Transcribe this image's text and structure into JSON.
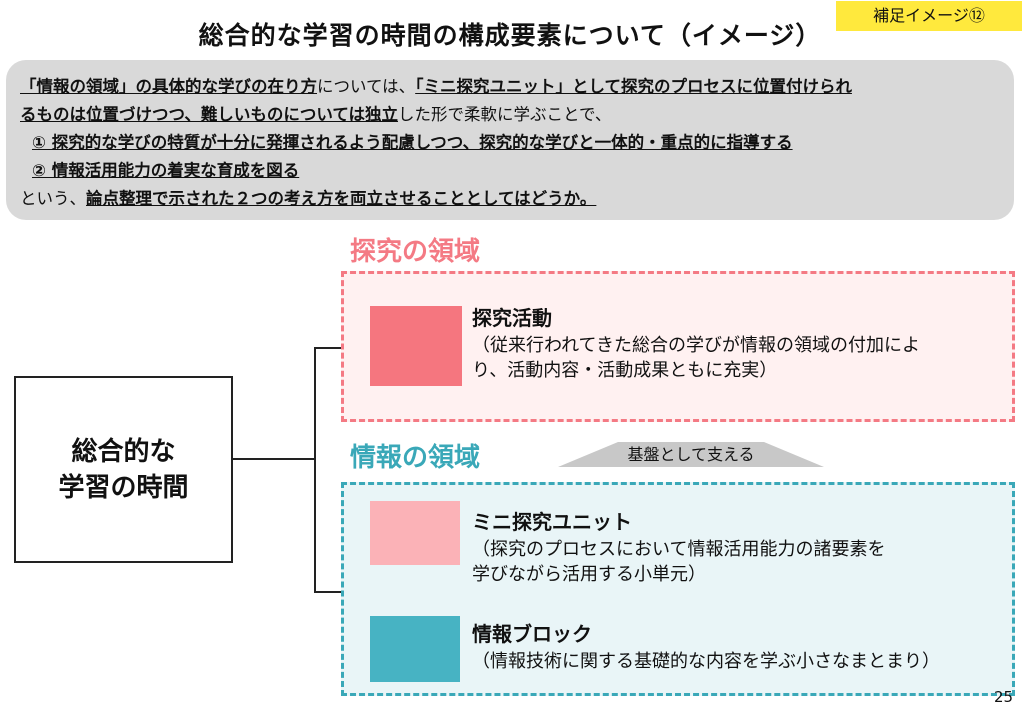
{
  "badge": "補足イメージ⑫",
  "title": "総合的な学習の時間の構成要素について（イメージ）",
  "summary": {
    "l1a": "「情報の領域」の具体的な学びの在り方",
    "l1b": "については、",
    "l1c": "「ミニ探究ユニット」として探究のプロセスに位置付けられ",
    "l2a": "るものは位置づけつつ、難しいものについては独立",
    "l2b": "した形で柔軟に学ぶことで、",
    "l3": "① 探究的な学びの特質が十分に発揮されるよう配慮しつつ、探究的な学びと一体的・重点的に指導する",
    "l4": "② 情報活用能力の着実な育成を図る",
    "l5a": "という、",
    "l5b": "論点整理で示された２つの考え方を両立させることとしてはどうか。"
  },
  "main_box": {
    "line1": "総合的な",
    "line2": "学習の時間"
  },
  "inquiry_region": {
    "label": "探究の領域",
    "item": {
      "title": "探究活動",
      "desc_line1": "（従来行われてきた総合の学びが情報の領域の付加によ",
      "desc_line2": "り、活動内容・活動成果ともに充実）"
    }
  },
  "info_region": {
    "label": "情報の領域",
    "items": [
      {
        "title": "ミニ探究ユニット",
        "desc_line1": "（探究のプロセスにおいて情報活用能力の諸要素を",
        "desc_line2": "学びながら活用する小単元）"
      },
      {
        "title": "情報ブロック",
        "desc_line1": "（情報技術に関する基礎的な内容を学ぶ小さなまとまり）"
      }
    ]
  },
  "support_label": "基盤として支える",
  "page_number": "25",
  "colors": {
    "badge": "#ffe93d",
    "summary_bg": "#d9d9d9",
    "inquiry": "#f47a84",
    "inquiry_bg": "#fff1f1",
    "inquiry_square": "#f5767f",
    "info": "#3aa8b8",
    "info_bg": "#e9f5f7",
    "mini_square": "#fbb2b7",
    "block_square": "#47b3c3",
    "arrow": "#c8c8c8"
  }
}
